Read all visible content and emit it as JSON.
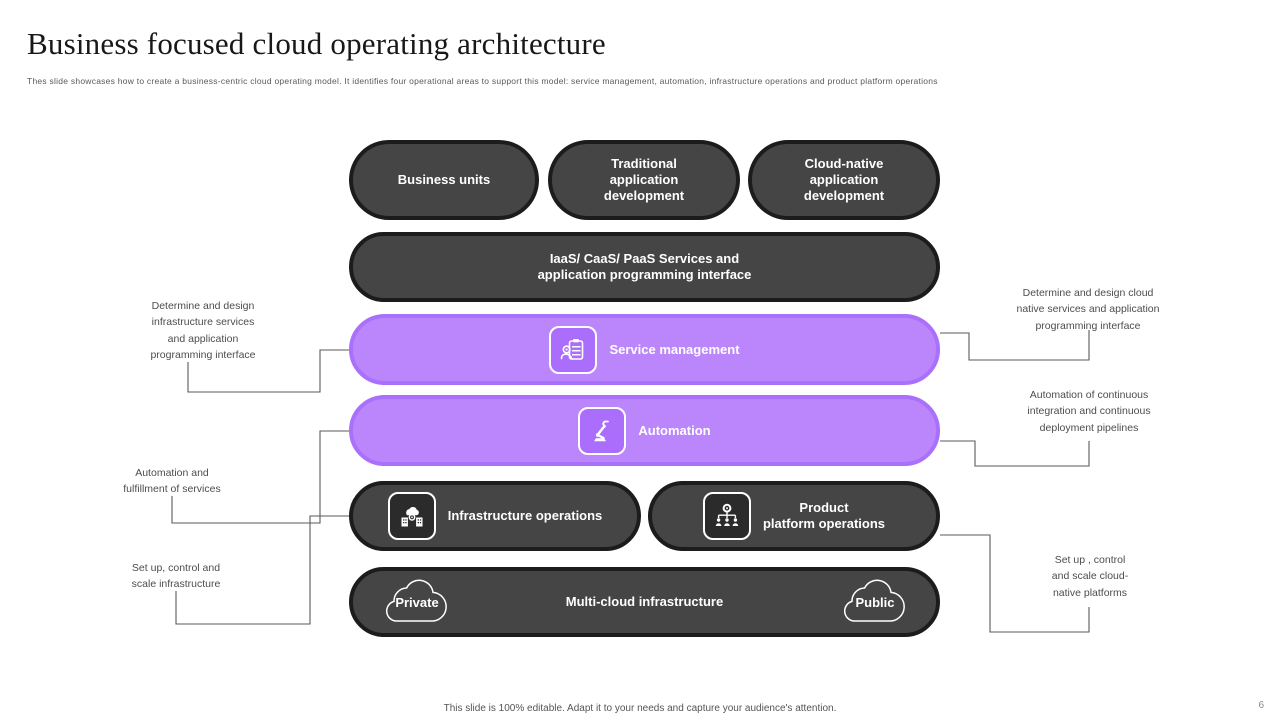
{
  "header": {
    "title": "Business focused cloud operating architecture",
    "subtitle": "Thes slide showcases how to create a business-centric cloud operating model. It identifies four operational areas to support this model:  service management, automation,  infrastructure operations and product platform operations"
  },
  "diagram": {
    "top_row": [
      {
        "id": "business-units",
        "label": "Business units",
        "style": "dark"
      },
      {
        "id": "traditional-app",
        "label": "Traditional\napplication\ndevelopment",
        "style": "dark"
      },
      {
        "id": "cloudnative-app",
        "label": "Cloud-native\napplication\ndevelopment",
        "style": "dark"
      }
    ],
    "services_bar": {
      "id": "iaas-services",
      "label": "IaaS/ CaaS/ PaaS Services and\napplication programming interface",
      "style": "dark"
    },
    "purple_rows": [
      {
        "id": "service-management",
        "label": "Service management",
        "icon": "clipboard-gear-hand-icon",
        "style": "purple"
      },
      {
        "id": "automation",
        "label": "Automation",
        "icon": "robotic-arm-icon",
        "style": "purple"
      }
    ],
    "ops_row": [
      {
        "id": "infrastructure-operations",
        "label": "Infrastructure operations",
        "icon": "cloud-buildings-gear-icon",
        "style": "dark"
      },
      {
        "id": "product-platform-operations",
        "label": "Product\nplatform operations",
        "icon": "gear-hierarchy-icon",
        "style": "dark"
      }
    ],
    "infrastructure_bar": {
      "id": "multi-cloud-infrastructure",
      "label": "Multi-cloud infrastructure",
      "style": "dark",
      "clouds": [
        {
          "id": "private-cloud",
          "label": "Private",
          "icon": "cloud-icon"
        },
        {
          "id": "public-cloud",
          "label": "Public",
          "icon": "cloud-icon"
        }
      ]
    }
  },
  "annotations": {
    "left": [
      {
        "id": "left-1",
        "text": "Determine and design\ninfrastructure services\nand application\nprogramming interface"
      },
      {
        "id": "left-2",
        "text": "Automation and\nfulfillment of services"
      },
      {
        "id": "left-3",
        "text": "Set up, control and\nscale infrastructure"
      }
    ],
    "right": [
      {
        "id": "right-1",
        "text": "Determine and design cloud\nnative services and application\nprogramming interface"
      },
      {
        "id": "right-2",
        "text": "Automation of continuous\nintegration and continuous\ndeployment pipelines"
      },
      {
        "id": "right-3",
        "text": "Set up , control\nand scale cloud-\nnative platforms"
      }
    ]
  },
  "footer": {
    "note": "This slide is 100% editable. Adapt it to your needs and capture your audience's attention.",
    "page_number": "6"
  },
  "colors": {
    "dark_fill": "#454545",
    "dark_border": "#1c1c1c",
    "purple_fill": "#bb86fc",
    "purple_border": "#a970fb",
    "connector": "#5a5a5a",
    "text_dark": "#181818"
  }
}
